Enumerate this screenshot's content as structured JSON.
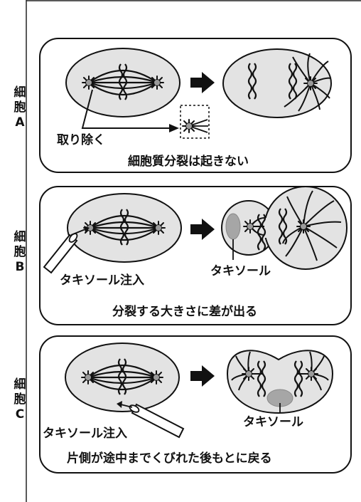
{
  "colors": {
    "cell_fill": "#e3e3e3",
    "ink": "#111111",
    "taxol": "#a6a6a6",
    "frame": "#222222"
  },
  "panels": [
    {
      "label_line1": "細",
      "label_line2": "胞",
      "label_line3": "A",
      "remove_label": "取り除く",
      "result": "細胞質分裂は起きない"
    },
    {
      "label_line1": "細",
      "label_line2": "胞",
      "label_line3": "B",
      "inject_label": "タキソール注入",
      "taxol_label": "タキソール",
      "result": "分裂する大きさに差が出る"
    },
    {
      "label_line1": "細",
      "label_line2": "胞",
      "label_line3": "C",
      "inject_label": "タキソール注入",
      "taxol_label": "タキソール",
      "result": "片側が途中までくびれた後もとに戻る"
    }
  ]
}
